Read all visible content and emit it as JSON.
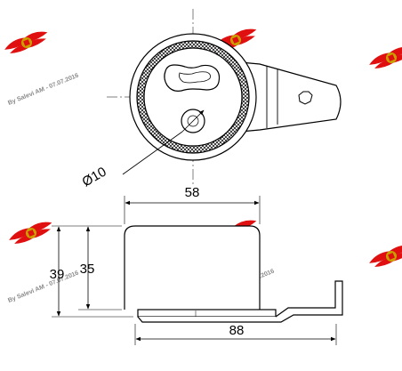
{
  "dimensions": {
    "diameter": "Ø10",
    "top_width": "58",
    "overall_width": "88",
    "overall_height": "39",
    "pulley_height": "35"
  },
  "watermark": {
    "text": "By Salevi AM - 07.07.2016"
  },
  "colors": {
    "line": "#000000",
    "watermark_red": "#e01010",
    "watermark_gold": "#c9a000"
  }
}
